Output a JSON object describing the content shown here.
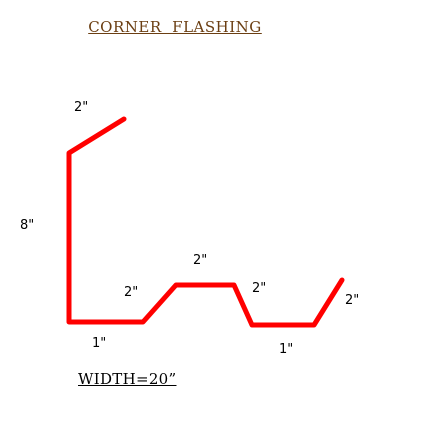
{
  "title": "CORNER  FLASHING",
  "width_label": "WIDTH=20”",
  "stroke_color": "#ff0000",
  "dimensions": {
    "top_flange": "2\"",
    "height": "8\"",
    "left_riser": "2\"",
    "top_flat": "2\"",
    "right_riser": "2\"",
    "end_flange": "2\"",
    "bottom_left": "1\"",
    "bottom_right": "1\""
  }
}
